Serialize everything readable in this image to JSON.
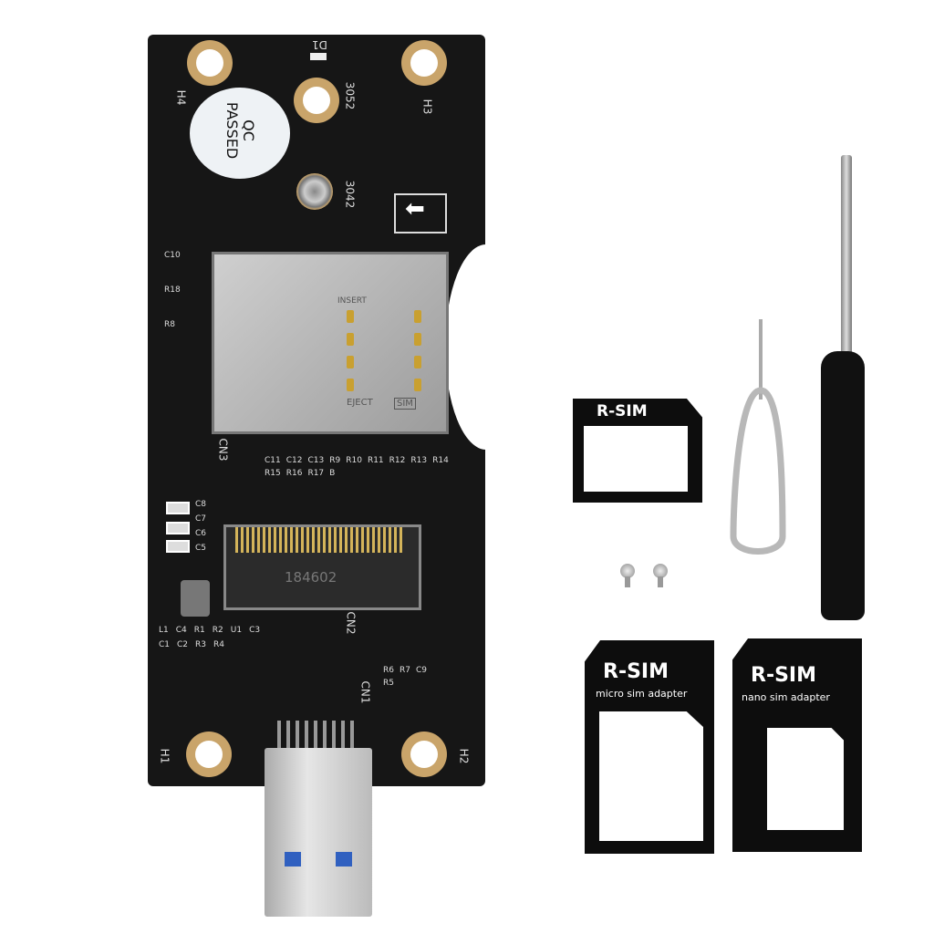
{
  "board": {
    "sticker": [
      "QC",
      "PASSED"
    ],
    "holes": [
      "H4",
      "H3",
      "H1",
      "H2"
    ],
    "led": "D1",
    "mount_labels": [
      "3052",
      "3042"
    ],
    "connectors": [
      "CN3",
      "CN2",
      "CN1"
    ],
    "m2_marking": "184602",
    "slot_labels": {
      "insert": "INSERT",
      "eject": "EJECT",
      "sim": "SIM"
    },
    "component_labels": [
      "C10",
      "R18",
      "R8",
      "C11",
      "C12",
      "C13",
      "R9",
      "R10",
      "R11",
      "R12",
      "R13",
      "R14",
      "R15",
      "R16",
      "R17",
      "B",
      "C8",
      "C7",
      "C6",
      "C5",
      "L1",
      "C4",
      "R1",
      "R2",
      "U1",
      "C3",
      "C1",
      "C2",
      "R3",
      "R4",
      "R6",
      "R7",
      "C9",
      "R5"
    ]
  },
  "accessories": {
    "adapter_small": {
      "label": "R-SIM"
    },
    "adapter_micro": {
      "label": "R-SIM",
      "sub": "micro sim adapter"
    },
    "adapter_nano": {
      "label": "R-SIM",
      "sub": "nano sim adapter"
    }
  }
}
